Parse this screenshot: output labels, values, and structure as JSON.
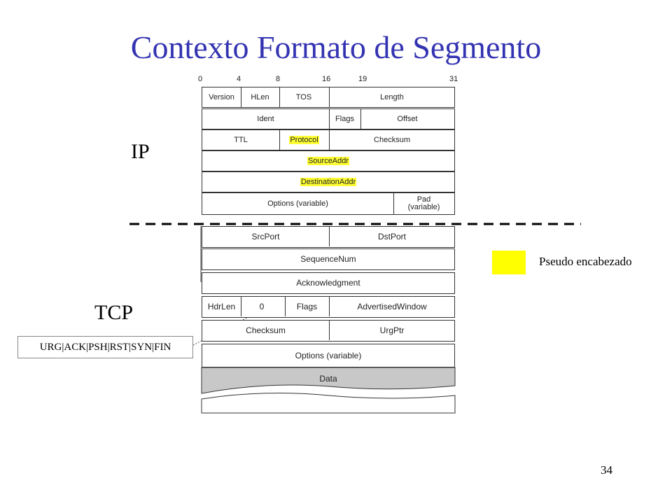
{
  "slide": {
    "title": "Contexto Formato de Segmento",
    "page_number": "34"
  },
  "bit_ruler": [
    "0",
    "4",
    "8",
    "16",
    "19",
    "31"
  ],
  "ip_label": "IP",
  "tcp_label": "TCP",
  "ip_header": {
    "row1": [
      "Version",
      "HLen",
      "TOS",
      "Length"
    ],
    "row2": [
      "Ident",
      "Flags",
      "Offset"
    ],
    "row3": [
      "TTL",
      "Protocol",
      "Checksum"
    ],
    "row4": [
      "SourceAddr"
    ],
    "row5": [
      "DestinationAddr"
    ],
    "row6_options": "Options (variable)",
    "row6_pad": "Pad",
    "row6_pad_sub": "(variable)"
  },
  "tcp_header": {
    "row1": [
      "SrcPort",
      "DstPort"
    ],
    "row2": [
      "SequenceNum"
    ],
    "row3": [
      "Acknowledgment"
    ],
    "row4": [
      "HdrLen",
      "0",
      "Flags",
      "AdvertisedWindow"
    ],
    "row5": [
      "Checksum",
      "UrgPtr"
    ],
    "row6": [
      "Options (variable)"
    ],
    "data": "Data"
  },
  "flags_expansion": "URG|ACK|PSH|RST|SYN|FIN",
  "legend": {
    "label": "Pseudo encabezado",
    "color": "#ffff00"
  },
  "colors": {
    "title": "#3333b2",
    "highlight": "#ffff33",
    "data_fill": "#c8c8c8"
  }
}
